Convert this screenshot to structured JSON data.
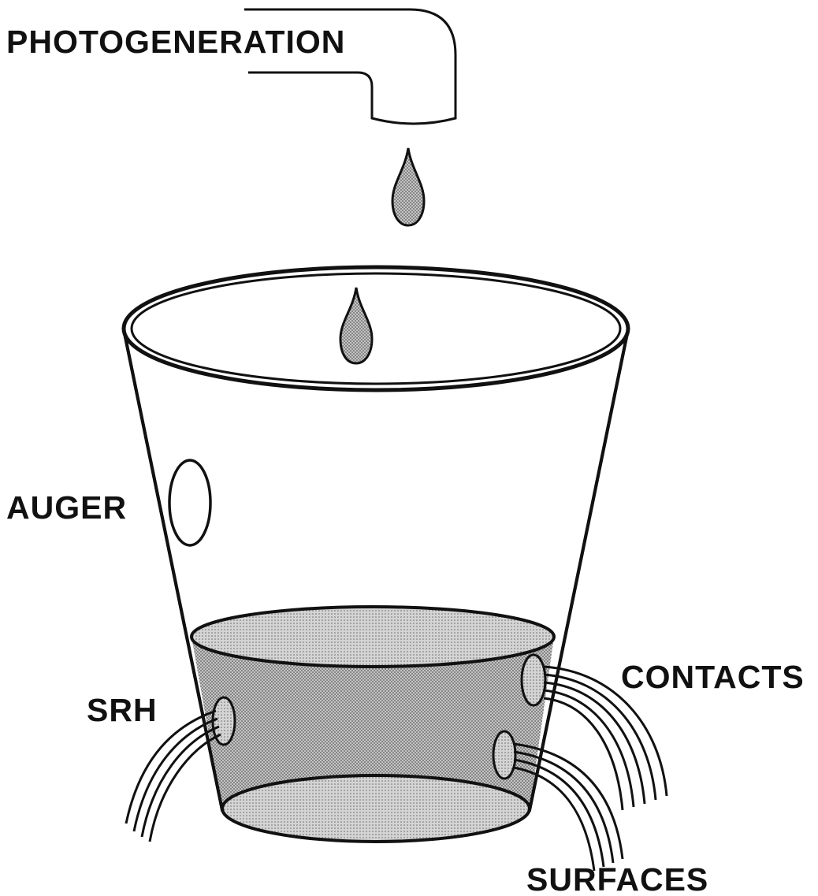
{
  "labels": {
    "photogeneration": "PHOTOGENERATION",
    "auger": "AUGER",
    "srh": "SRH",
    "contacts": "CONTACTS",
    "surfaces": "SURFACES"
  },
  "colors": {
    "ink": "#111111",
    "fill_gray": "#b3b3b3",
    "background": "#ffffff"
  }
}
